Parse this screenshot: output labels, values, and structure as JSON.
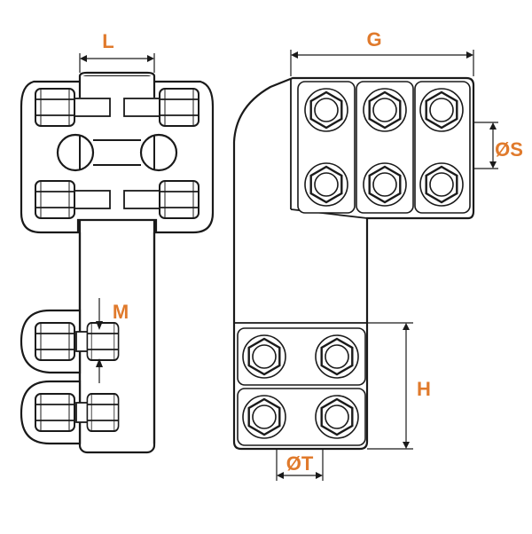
{
  "labels": {
    "L": "L",
    "G": "G",
    "S": "ØS",
    "M": "M",
    "H": "H",
    "T": "ØT"
  },
  "colors": {
    "line": "#1a1a1a",
    "label": "#e07a2c",
    "fill": "#ffffff"
  }
}
